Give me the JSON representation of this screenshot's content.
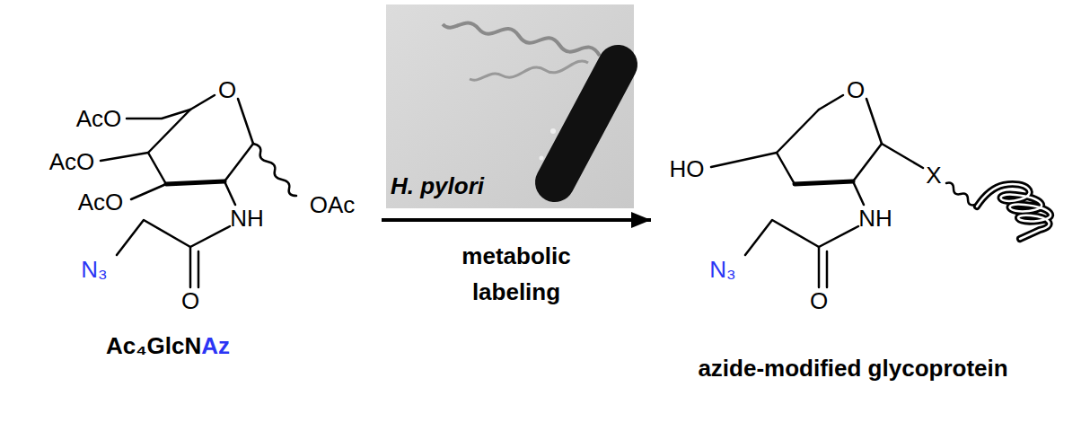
{
  "diagram": {
    "nodes": [
      {
        "text": [
          "AcO",
          "AcO",
          "AcO",
          "O",
          "OAc",
          "NH",
          "N₃",
          "O",
          "Ac₄GlcNAz"
        ]
      },
      {
        "text": [
          "HO",
          "O",
          "X",
          "NH",
          "N₃",
          "O",
          "azide-modified glycoprotein"
        ]
      }
    ],
    "edges": [
      {
        "from": 0,
        "to": 1,
        "arrow": "to",
        "label": "metabolic labeling"
      }
    ],
    "labels": [
      "H. pylori"
    ]
  }
}
